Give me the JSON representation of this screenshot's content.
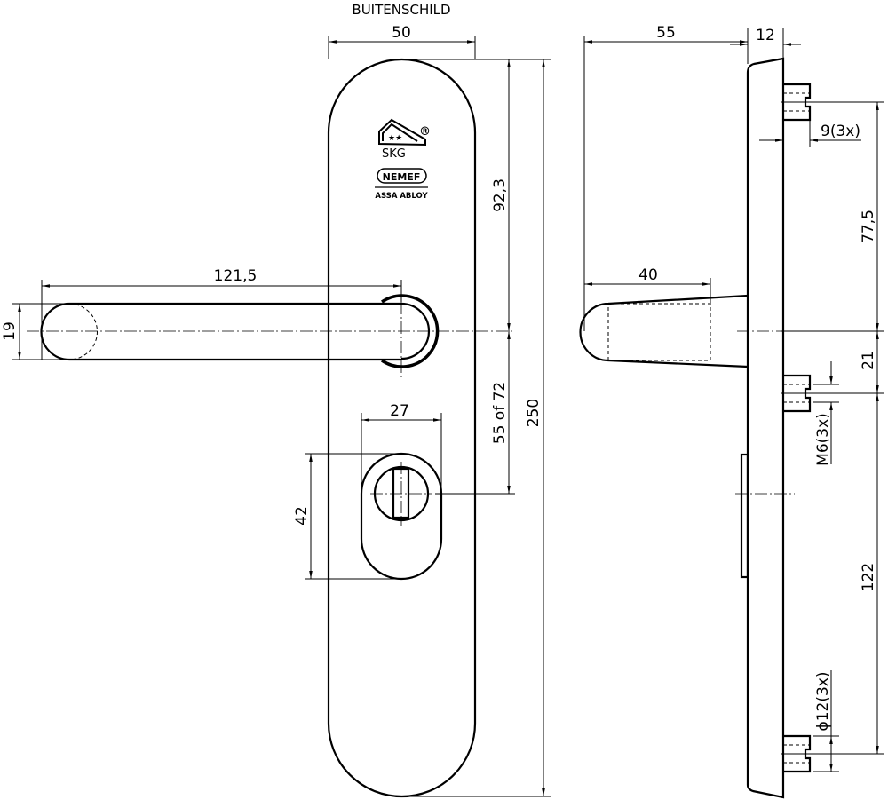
{
  "title": "BUITENSCHILD",
  "logo": {
    "mark": "SKG",
    "registered": "®",
    "brand": "NEMEF",
    "group": "ASSA ABLOY"
  },
  "front_dims": {
    "plate_width": "50",
    "handle_length": "121,5",
    "handle_diameter": "19",
    "top_to_handle": "92,3",
    "handle_to_cylinder": "55 of 72",
    "plate_height": "250",
    "cylinder_width": "27",
    "cylinder_height": "42"
  },
  "side_dims": {
    "projection": "55",
    "plate_thickness": "12",
    "boss_length": "9(3x)",
    "top_boss_to_handle": "77,5",
    "handle_to_mid_boss": "21",
    "mid_to_bottom_boss": "122",
    "handle_neck": "40",
    "thread": "M6(3x)",
    "boss_diameter": "ϕ12(3x)"
  },
  "colors": {
    "line": "#000000",
    "background": "#ffffff"
  }
}
